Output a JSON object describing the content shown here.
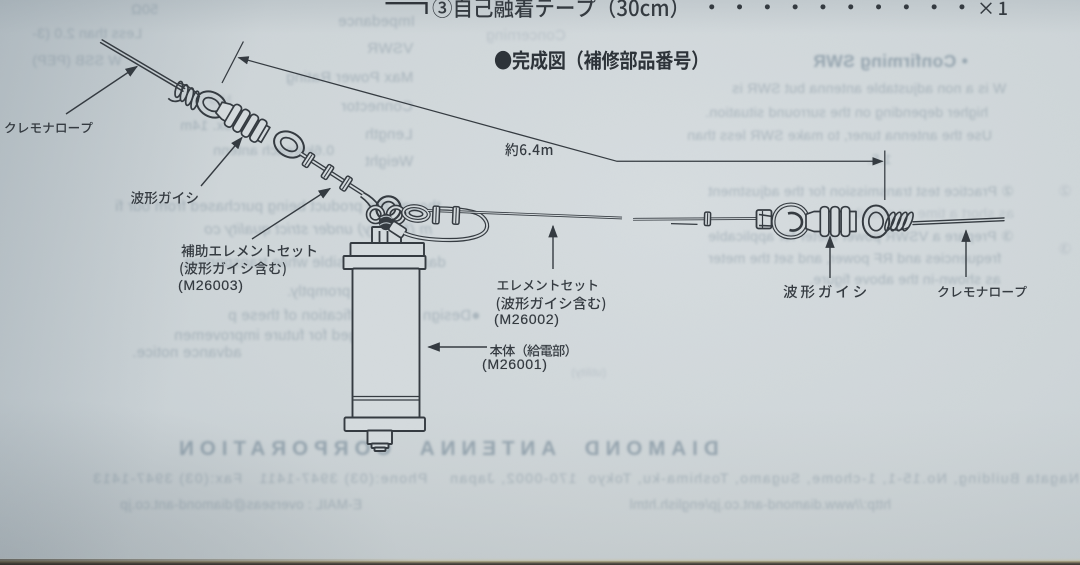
{
  "colors": {
    "paper": "#ccd3d7",
    "ink": "#343a40",
    "ghost_print_through": "#7e93a2"
  },
  "parts_list_line": {
    "item": "③自己融着テープ（30cm）",
    "dots": "・・・・・・・・・・",
    "quantity": "× 1"
  },
  "heading": {
    "text": "●完成図（補修部品番号）"
  },
  "dimension": {
    "length_label": "約6.4m"
  },
  "labels": {
    "rope_left": "クレモナロープ",
    "insulator_left": "波形ガイシ",
    "aux_element_line1": "補助エレメントセット",
    "aux_element_line2": "(波形ガイシ含む)",
    "aux_element_part": "(M26003)",
    "element_line1": "エレメントセット",
    "element_line2": "(波形ガイシ含む)",
    "element_part": "(M26002)",
    "body_line1": "本体（給電部）",
    "body_part": "(M26001)",
    "insulator_right": "波形ガイシ",
    "rope_right": "クレモナロープ"
  },
  "ghost_text": {
    "lines": [
      "Impedance",
      "VSWR",
      "Max Power Rating",
      "Connector",
      "Length",
      "Weight",
      "50Ω",
      "Less than 2.0 (3-",
      "W SSB (PEP)",
      "M-J",
      "Approx. 14m",
      "0.6kg(each antenn",
      "Concerning",
      "• Confirming SWR",
      "W is a non adjustable antenna but SWR is",
      "higher depending on the surround situation.",
      "Use the antenna tuner, to make SWR less than",
      "1.5.",
      "② Practice test transmission for the adjustment",
      "as short a time as possible",
      "③ Prepare a VSWR power meter for applicable",
      "frequencies and RF power, and set the meter",
      "as shown-in the above figure.",
      "though the product being purchased from our fi",
      "m (factory) under strict quality co",
      "damage is possible while transporting.",
      "dealer promptly.",
      "●Design and specification of these p",
      "be changed for future improvemen",
      "advance notice.",
      "DIAMOND  ANTENNA  CORPORATION",
      "Nagata Building, No.15-1, 1-chome, Sugamo, Toshima-ku, Tokyo  170-0002, Japan    Phone:(03) 3947-1411   Fax:(03) 3947-1413",
      "http://www.diamond-ant.co.jp/english.html                                                                  E-MAIL : overseas@diamond-ant.co.jp",
      "②",
      "③",
      "(utility)"
    ]
  }
}
